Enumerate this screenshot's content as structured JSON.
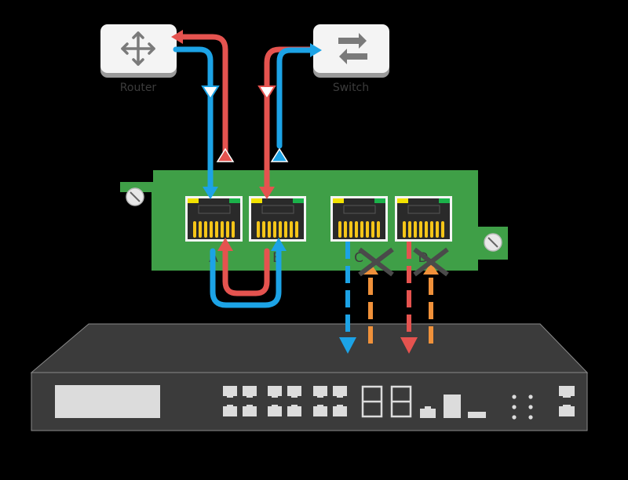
{
  "devices": {
    "router": {
      "label": "Router",
      "icon": "router-icon"
    },
    "switch": {
      "label": "Switch",
      "icon": "switch-icon"
    }
  },
  "card": {
    "ports": [
      {
        "id": "A",
        "label": "A"
      },
      {
        "id": "B",
        "label": "B"
      },
      {
        "id": "C",
        "label": "C"
      },
      {
        "id": "D",
        "label": "D"
      }
    ]
  },
  "colors": {
    "background": "#000000",
    "card_green": "#3f9f47",
    "flow_red": "#e5534f",
    "flow_blue": "#1ca3e6",
    "flow_orange": "#f0913a",
    "appliance": "#3b3b3b",
    "blocked_x": "#4a4a4a"
  }
}
